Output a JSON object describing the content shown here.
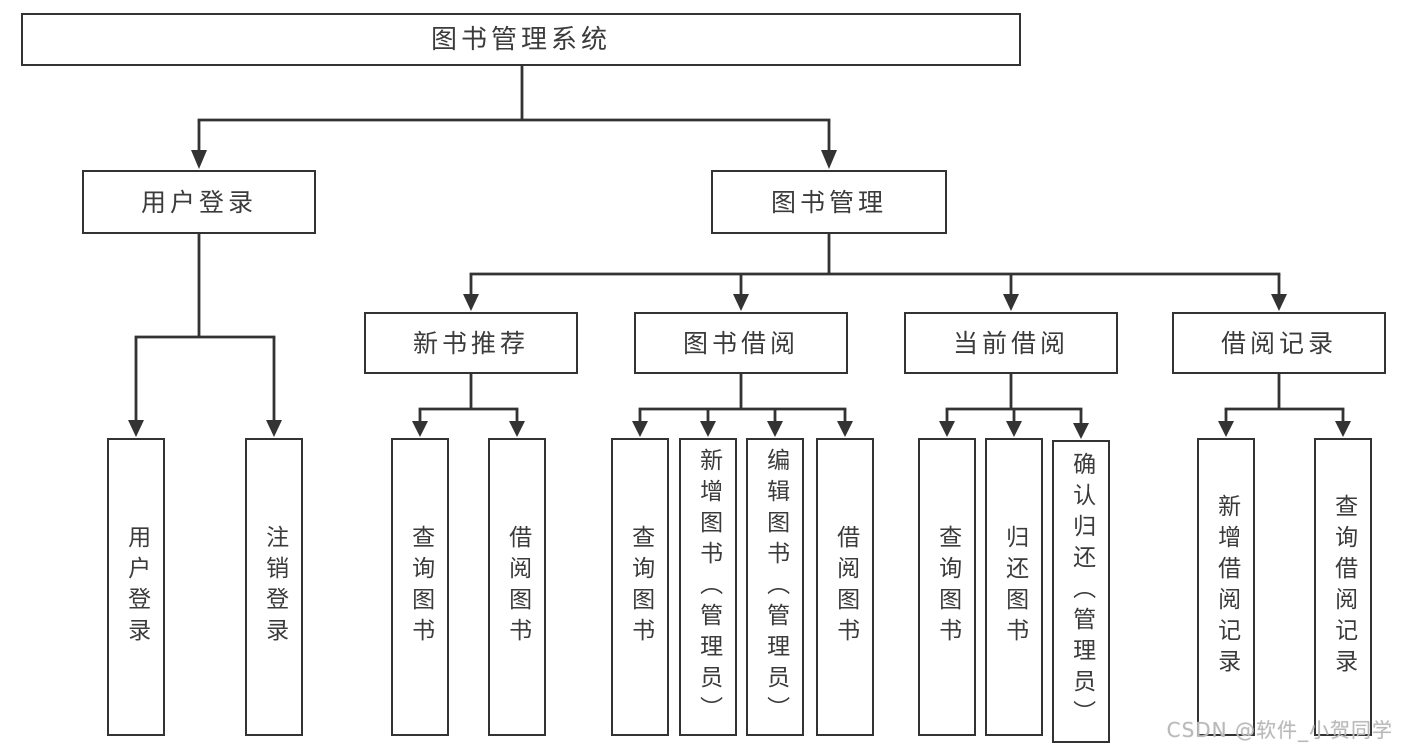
{
  "diagram": {
    "root": {
      "label": "图书管理系统"
    },
    "branches": [
      {
        "label": "用户登录",
        "children": [
          {
            "label": "用户登录"
          },
          {
            "label": "注销登录"
          }
        ]
      },
      {
        "label": "图书管理",
        "children": [
          {
            "label": "新书推荐",
            "children": [
              {
                "label": "查询图书"
              },
              {
                "label": "借阅图书"
              }
            ]
          },
          {
            "label": "图书借阅",
            "children": [
              {
                "label": "查询图书"
              },
              {
                "label": "新增图书（管理员）"
              },
              {
                "label": "编辑图书（管理员）"
              },
              {
                "label": "借阅图书"
              }
            ]
          },
          {
            "label": "当前借阅",
            "children": [
              {
                "label": "查询图书"
              },
              {
                "label": "归还图书"
              },
              {
                "label": "确认归还（管理员）"
              }
            ]
          },
          {
            "label": "借阅记录",
            "children": [
              {
                "label": "新增借阅记录"
              },
              {
                "label": "查询借阅记录"
              }
            ]
          }
        ]
      }
    ]
  },
  "watermark": {
    "text": "CSDN @软件_小贺同学"
  },
  "colors": {
    "line": "#333333",
    "text": "#3b3b3b",
    "background": "#ffffff",
    "watermark": "#b9b9b9"
  }
}
